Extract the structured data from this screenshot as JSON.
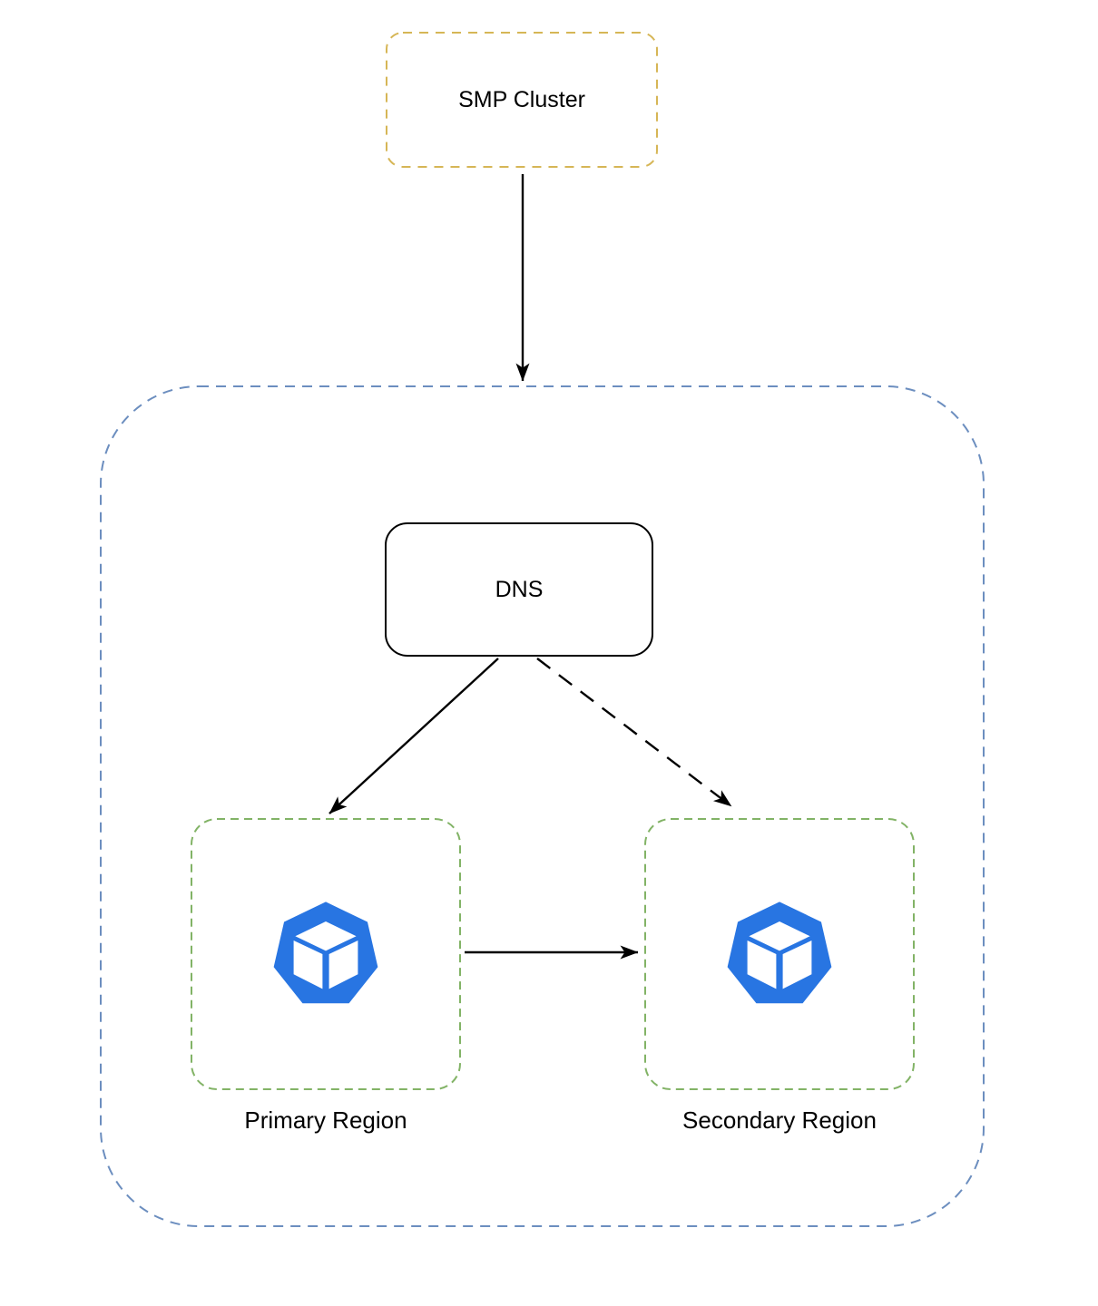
{
  "diagram": {
    "type": "architecture-diagram",
    "nodes": {
      "smp_cluster": {
        "label": "SMP Cluster",
        "border_color": "#d6b656",
        "border_style": "dashed"
      },
      "region_container": {
        "label": "",
        "border_color": "#6c8ebf",
        "border_style": "dashed"
      },
      "dns": {
        "label": "DNS",
        "border_color": "#000000",
        "border_style": "solid"
      },
      "primary_region": {
        "label": "Primary Region",
        "border_color": "#82b366",
        "border_style": "dashed",
        "icon": "kubernetes-node-icon"
      },
      "secondary_region": {
        "label": "Secondary Region",
        "border_color": "#82b366",
        "border_style": "dashed",
        "icon": "kubernetes-node-icon"
      }
    },
    "edges": [
      {
        "from": "smp_cluster",
        "to": "region_container",
        "style": "solid",
        "arrowhead": "filled-triangle"
      },
      {
        "from": "dns",
        "to": "primary_region",
        "style": "solid",
        "arrowhead": "filled-triangle"
      },
      {
        "from": "dns",
        "to": "secondary_region",
        "style": "dashed",
        "arrowhead": "filled-triangle"
      },
      {
        "from": "primary_region",
        "to": "secondary_region",
        "style": "solid",
        "arrowhead": "filled-triangle"
      }
    ],
    "colors": {
      "icon_blue": "#2875e2",
      "arrow_black": "#000000",
      "background": "#ffffff"
    }
  }
}
